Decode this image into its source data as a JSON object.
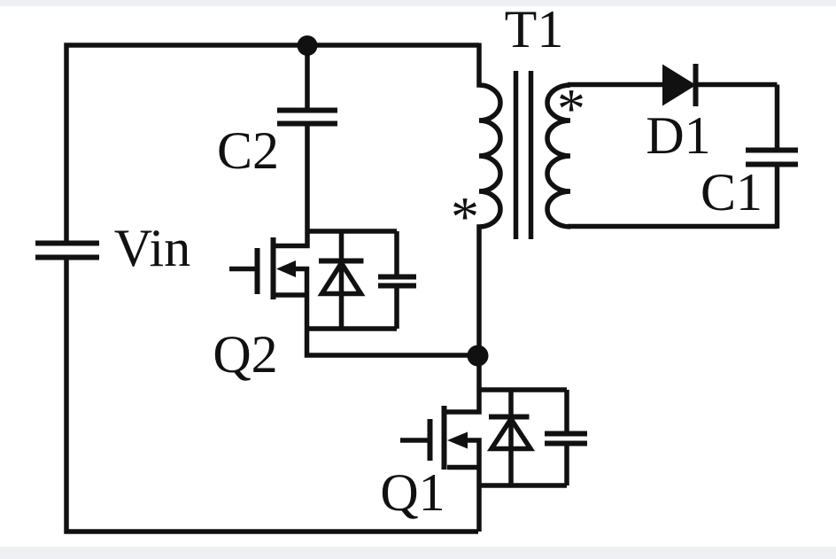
{
  "schematic": {
    "labels": {
      "input_source": "Vin",
      "clamp_capacitor": "C2",
      "transformer": "T1",
      "output_diode": "D1",
      "output_capacitor": "C1",
      "high_side_mosfet": "Q2",
      "low_side_mosfet": "Q1",
      "primary_polarity_mark": "*",
      "secondary_polarity_mark": "*"
    },
    "colors": {
      "line": "#111111",
      "background": "#ffffff",
      "margin_band": "#eff0f3"
    }
  }
}
